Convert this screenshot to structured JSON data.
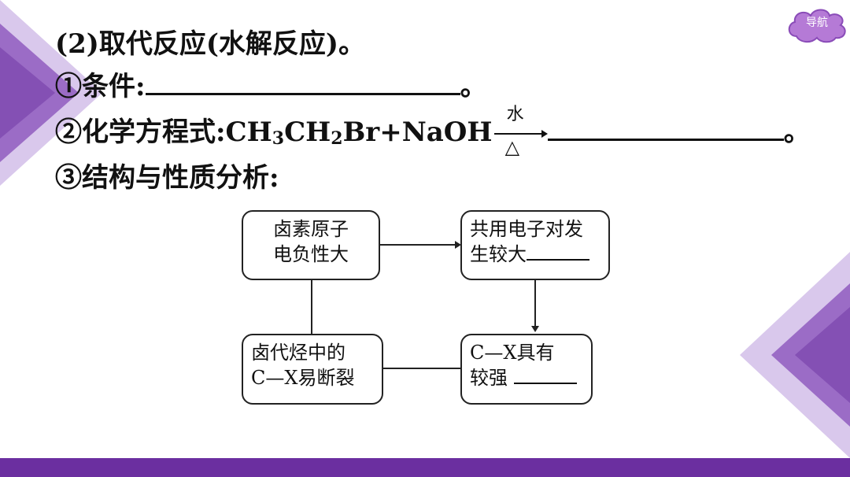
{
  "nav_label": "导航",
  "line1": "(2)取代反应(水解反应)。",
  "line2": {
    "text": "①条件:",
    "end": "。"
  },
  "line3": {
    "prefix": "②化学方程式:CH",
    "sub1": "3",
    "mid": "CH",
    "sub2": "2",
    "suffix": "Br+NaOH",
    "arrow_top": "水",
    "arrow_bottom": "△",
    "end": "。"
  },
  "line4": "③结构与性质分析:",
  "flow": {
    "box1": [
      "卤素原子",
      "电负性大"
    ],
    "box2": [
      "共用电子对发",
      "生较大"
    ],
    "box3": [
      "C—X具有",
      "较强"
    ],
    "box4": [
      "卤代烃中的",
      "C—X易断裂"
    ]
  },
  "colors": {
    "accent": "#6b2fa0",
    "light": "#c8b2e0"
  }
}
